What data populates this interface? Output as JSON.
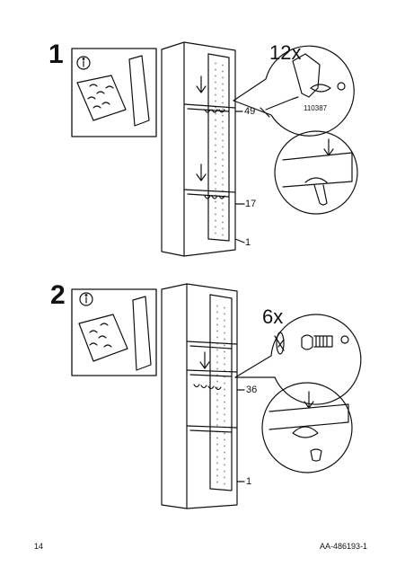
{
  "steps": [
    {
      "number": "1",
      "quantity": "12x",
      "part_number": "110387",
      "callouts": [
        "49",
        "17",
        "1"
      ],
      "info_icon": "info-icon"
    },
    {
      "number": "2",
      "quantity": "6x",
      "callouts": [
        "36",
        "1"
      ],
      "info_icon": "info-icon"
    }
  ],
  "footer": {
    "page_number": "14",
    "document_code": "AA-486193-1"
  }
}
